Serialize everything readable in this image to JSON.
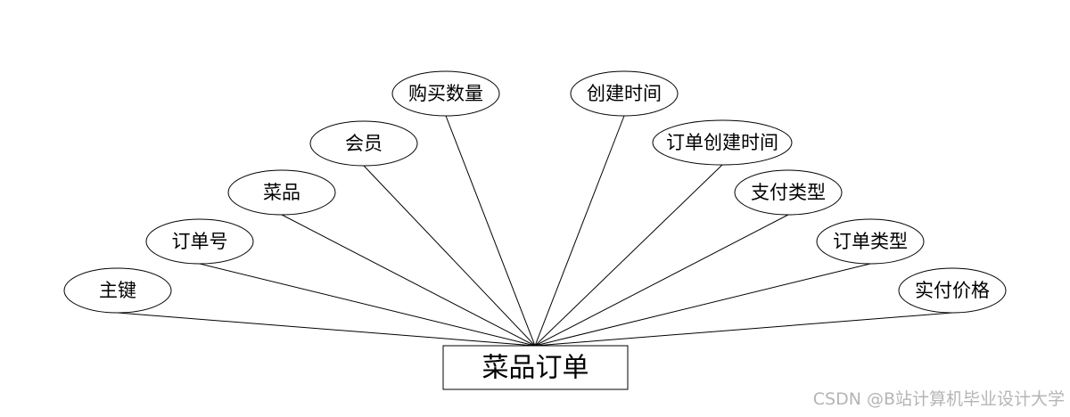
{
  "entity": {
    "label": "菜品订单"
  },
  "attributes": [
    {
      "id": "primary-key",
      "label": "主键"
    },
    {
      "id": "order-number",
      "label": "订单号"
    },
    {
      "id": "dish",
      "label": "菜品"
    },
    {
      "id": "member",
      "label": "会员"
    },
    {
      "id": "purchase-quantity",
      "label": "购买数量"
    },
    {
      "id": "create-time",
      "label": "创建时间"
    },
    {
      "id": "order-create-time",
      "label": "订单创建时间"
    },
    {
      "id": "payment-type",
      "label": "支付类型"
    },
    {
      "id": "order-type",
      "label": "订单类型"
    },
    {
      "id": "actual-price",
      "label": "实付价格"
    }
  ],
  "watermark": "CSDN @B站计算机毕业设计大学"
}
